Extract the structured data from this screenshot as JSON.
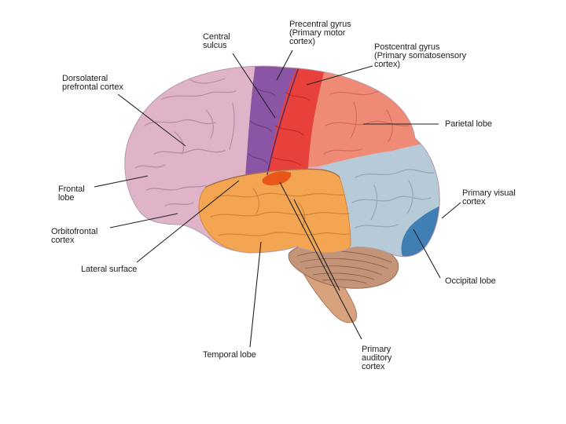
{
  "labels": {
    "central_sulcus": "Central\nsulcus",
    "precentral_gyrus": "Precentral gyrus\n(Primary motor\ncortex)",
    "postcentral_gyrus": "Postcentral gyrus\n(Primary somatosensory\ncortex)",
    "dorsolateral_prefrontal": "Dorsolateral\nprefrontal cortex",
    "parietal_lobe": "Parietal lobe",
    "frontal_lobe": "Frontal\nlobe",
    "primary_visual": "Primary visual\ncortex",
    "orbitofrontal": "Orbitofrontal\ncortex",
    "lateral_surface": "Lateral surface",
    "occipital_lobe": "Occipital lobe",
    "temporal_lobe": "Temporal lobe",
    "primary_auditory": "Primary\nauditory\ncortex"
  },
  "region_colors": {
    "frontal": "#dfb4c8",
    "motor": "#8a55a4",
    "somatosensory": "#e8403a",
    "parietal": "#ef8a76",
    "occipital": "#b6cad8",
    "visual": "#3f7fb4",
    "temporal": "#f3a552",
    "auditory": "#e8561a",
    "cerebellum": "#c39478",
    "brainstem": "#d8a27e"
  }
}
